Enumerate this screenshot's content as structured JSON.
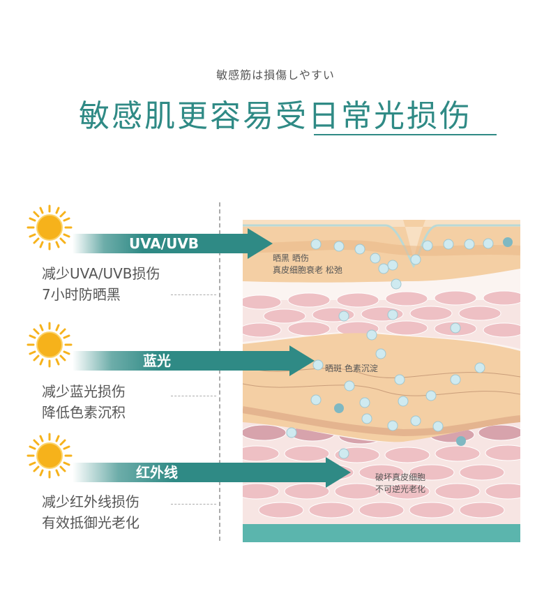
{
  "header": {
    "subtitle": "敏感筋は損傷しやすい",
    "title": "敏感肌更容易受日常光损伤"
  },
  "rays": [
    {
      "label": "UVA/UVB",
      "desc_line1": "减少UVA/UVB损伤",
      "desc_line2": "7小时防晒黑"
    },
    {
      "label": "蓝光",
      "desc_line1": "减少蓝光损伤",
      "desc_line2": "降低色素沉积"
    },
    {
      "label": "红外线",
      "desc_line1": "减少红外线损伤",
      "desc_line2": "有效抵御光老化"
    }
  ],
  "skin_notes": [
    {
      "line1": "晒黑 晒伤",
      "line2": "真皮细胞衰老 松弛"
    },
    {
      "line1": "晒斑 色素沉淀",
      "line2": ""
    },
    {
      "line1": "破坏真皮细胞",
      "line2": "不可逆光老化"
    }
  ],
  "colors": {
    "accent": "#2f8a85",
    "sun": "#f6b21b",
    "skin": "#f4cfa4",
    "cell": "#eec0c4",
    "base": "#5bb5ad"
  }
}
